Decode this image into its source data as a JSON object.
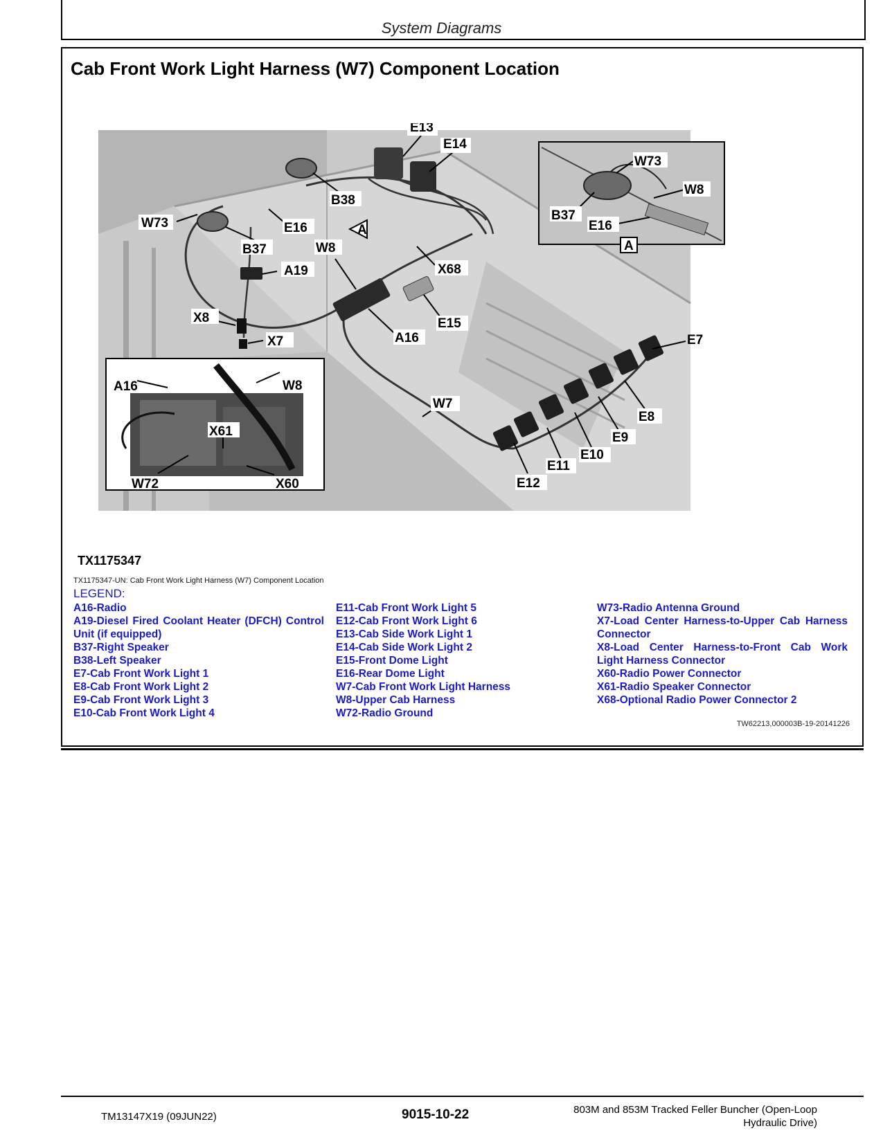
{
  "section_header": "System Diagrams",
  "title": "Cab Front Work Light Harness (W7) Component Location",
  "callouts": {
    "E13": "E13",
    "E14": "E14",
    "W73_main": "W73",
    "B38": "B38",
    "E16_main": "E16",
    "A_arrow": "A",
    "B37_main": "B37",
    "W8_main": "W8",
    "A19": "A19",
    "X68": "X68",
    "X8": "X8",
    "X7": "X7",
    "A16_main": "A16",
    "E15": "E15",
    "E7": "E7",
    "W7": "W7",
    "E8": "E8",
    "E9": "E9",
    "E10": "E10",
    "E11": "E11",
    "E12": "E12",
    "inset_A16": "A16",
    "inset_W8": "W8",
    "inset_X61": "X61",
    "inset_W72": "W72",
    "inset_X60": "X60",
    "detA_W73": "W73",
    "detA_W8": "W8",
    "detA_B37": "B37",
    "detA_E16": "E16",
    "detA_label": "A"
  },
  "figure_id": "TX1175347",
  "figure_caption": "TX1175347-UN: Cab Front Work Light Harness (W7) Component Location",
  "legend": {
    "title": "LEGEND:",
    "col1": [
      "A16-Radio",
      "A19-Diesel Fired Coolant Heater (DFCH) Control Unit (if equipped)",
      "B37-Right Speaker",
      "B38-Left Speaker",
      "E7-Cab Front Work Light 1",
      "E8-Cab Front Work Light 2",
      "E9-Cab Front Work Light 3",
      "E10-Cab Front Work Light 4"
    ],
    "col2": [
      "E11-Cab Front Work Light 5",
      "E12-Cab Front Work Light 6",
      "E13-Cab Side Work Light 1",
      "E14-Cab Side Work Light 2",
      "E15-Front Dome Light",
      "E16-Rear Dome Light",
      "W7-Cab Front Work Light Harness",
      "W8-Upper Cab Harness",
      "W72-Radio Ground"
    ],
    "col3": [
      "W73-Radio Antenna Ground",
      "X7-Load Center Harness-to-Upper Cab Harness Connector",
      "X8-Load Center Harness-to-Front Cab Work Light Harness Connector",
      "X60-Radio Power Connector",
      "X61-Radio Speaker Connector",
      "X68-Optional Radio Power Connector 2"
    ]
  },
  "ref_code": "TW62213,000003B-19-20141226",
  "footer": {
    "manual": "TM13147X19 (09JUN22)",
    "page": "9015-10-22",
    "machine_line1": "803M and 853M Tracked Feller Buncher (Open-Loop",
    "machine_line2": "Hydraulic Drive)"
  }
}
